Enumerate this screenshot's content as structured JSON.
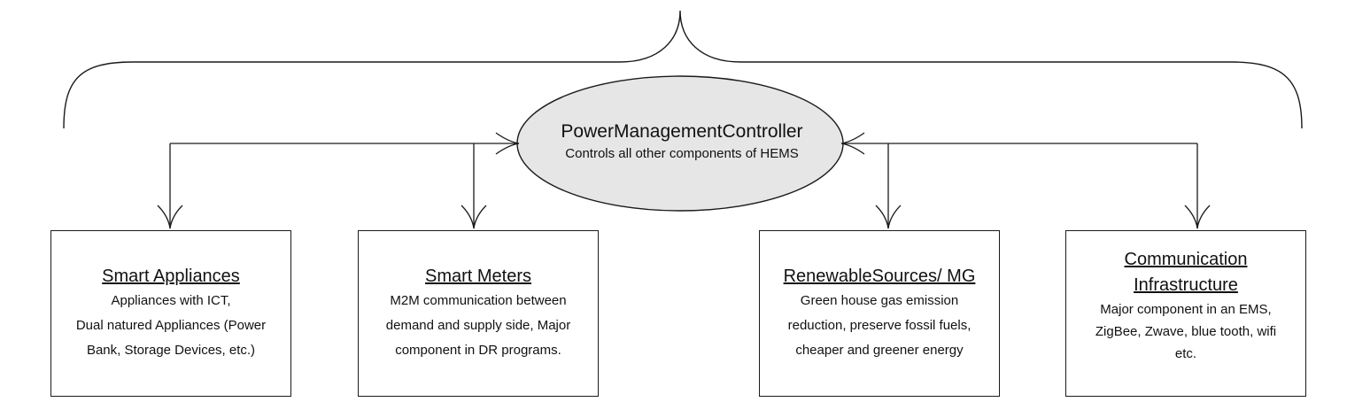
{
  "controller": {
    "title": "PowerManagementController",
    "subtitle": "Controls all other components of HEMS"
  },
  "components": [
    {
      "title": "Smart  Appliances",
      "lines": [
        "Appliances with  ICT,",
        "Dual natured Appliances (Power",
        "Bank, Storage Devices, etc.)"
      ]
    },
    {
      "title": "Smart Meters",
      "lines": [
        "M2M communication between",
        "demand and supply side, Major",
        "component in DR programs."
      ]
    },
    {
      "title": "RenewableSources/ MG",
      "lines": [
        "Green house gas emission",
        "reduction, preserve fossil fuels,",
        "cheaper and greener energy"
      ]
    },
    {
      "title_lines": [
        "Communication",
        "Infrastructure"
      ],
      "lines": [
        "Major component in an EMS,",
        "ZigBee, Zwave, blue tooth, wifi",
        "etc."
      ]
    }
  ]
}
